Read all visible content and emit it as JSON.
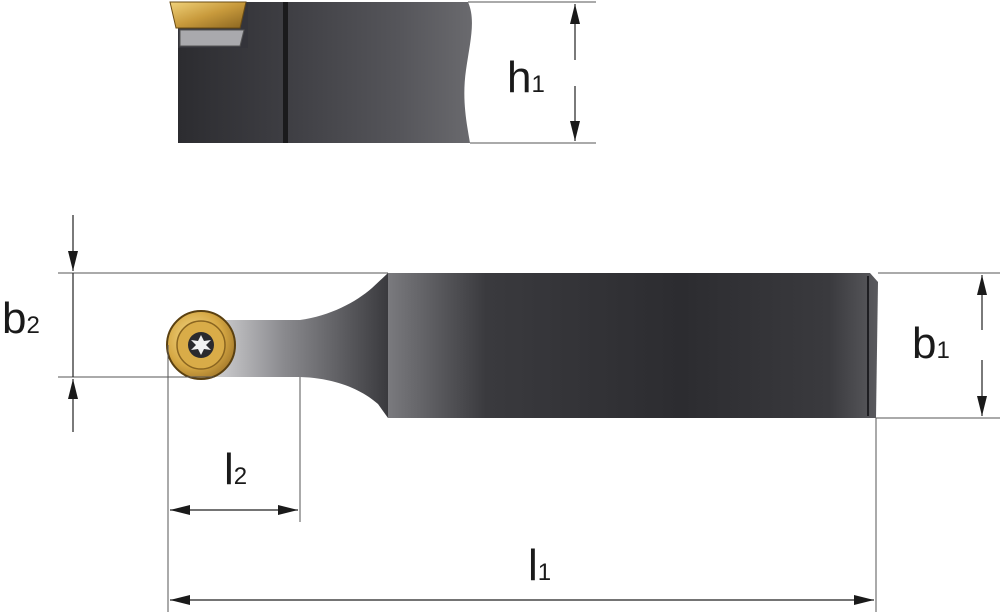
{
  "dimensions": {
    "h1": {
      "main": "h",
      "sub": "1"
    },
    "b2": {
      "main": "b",
      "sub": "2"
    },
    "b1": {
      "main": "b",
      "sub": "1"
    },
    "l2": {
      "main": "l",
      "sub": "2"
    },
    "l1": {
      "main": "l",
      "sub": "1"
    }
  },
  "colors": {
    "body_dark": "#2a2a2e",
    "body_light": "#6e6e72",
    "insert_gold": "#c89a3c",
    "insert_gold_light": "#e8c46a",
    "dimension_line": "#222222",
    "background": "#ffffff"
  },
  "icons": {
    "torx_screw": "torx-screw-icon",
    "arrowhead": "arrowhead-icon"
  }
}
